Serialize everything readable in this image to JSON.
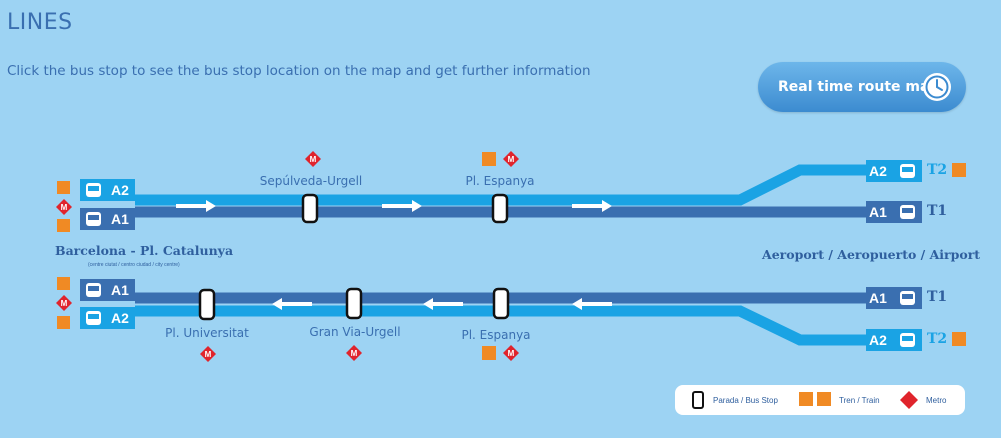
{
  "header": {
    "title": "LINES",
    "subtitle": "Click the bus stop to see the bus stop location on the map and get further information"
  },
  "realtime_button": {
    "label": "Real time route map",
    "icon": "clock-icon"
  },
  "origin": {
    "name": "Barcelona - Pl. Catalunya",
    "note": "(centre ciutat / centro ciudad / city centre)",
    "lines_top": [
      "A2",
      "A1"
    ],
    "lines_bottom": [
      "A1",
      "A2"
    ]
  },
  "destination": {
    "name": "Aeroport / Aeropuerto / Airport",
    "top_lines": [
      {
        "line": "A2",
        "terminal": "T2"
      },
      {
        "line": "A1",
        "terminal": "T1"
      }
    ],
    "bottom_lines": [
      {
        "line": "A1",
        "terminal": "T1"
      },
      {
        "line": "A2",
        "terminal": "T2"
      }
    ]
  },
  "stops_outbound": [
    {
      "name": "Sepúlveda-Urgell",
      "connections": [
        "metro"
      ]
    },
    {
      "name": "Pl. Espanya",
      "connections": [
        "train",
        "metro"
      ]
    }
  ],
  "stops_inbound": [
    {
      "name": "Pl. Universitat",
      "connections": [
        "metro"
      ]
    },
    {
      "name": "Gran Via-Urgell",
      "connections": [
        "metro"
      ]
    },
    {
      "name": "Pl. Espanya",
      "connections": [
        "train",
        "metro"
      ]
    }
  ],
  "legend": {
    "bus_stop": "Parada / Bus Stop",
    "train": "Tren / Train",
    "metro": "Metro"
  },
  "colors": {
    "background": "#9dd3f3",
    "line_a1": "#3a6fb0",
    "line_a2": "#1aa3e4",
    "metro": "#e0242c",
    "train": "#f08a24"
  }
}
